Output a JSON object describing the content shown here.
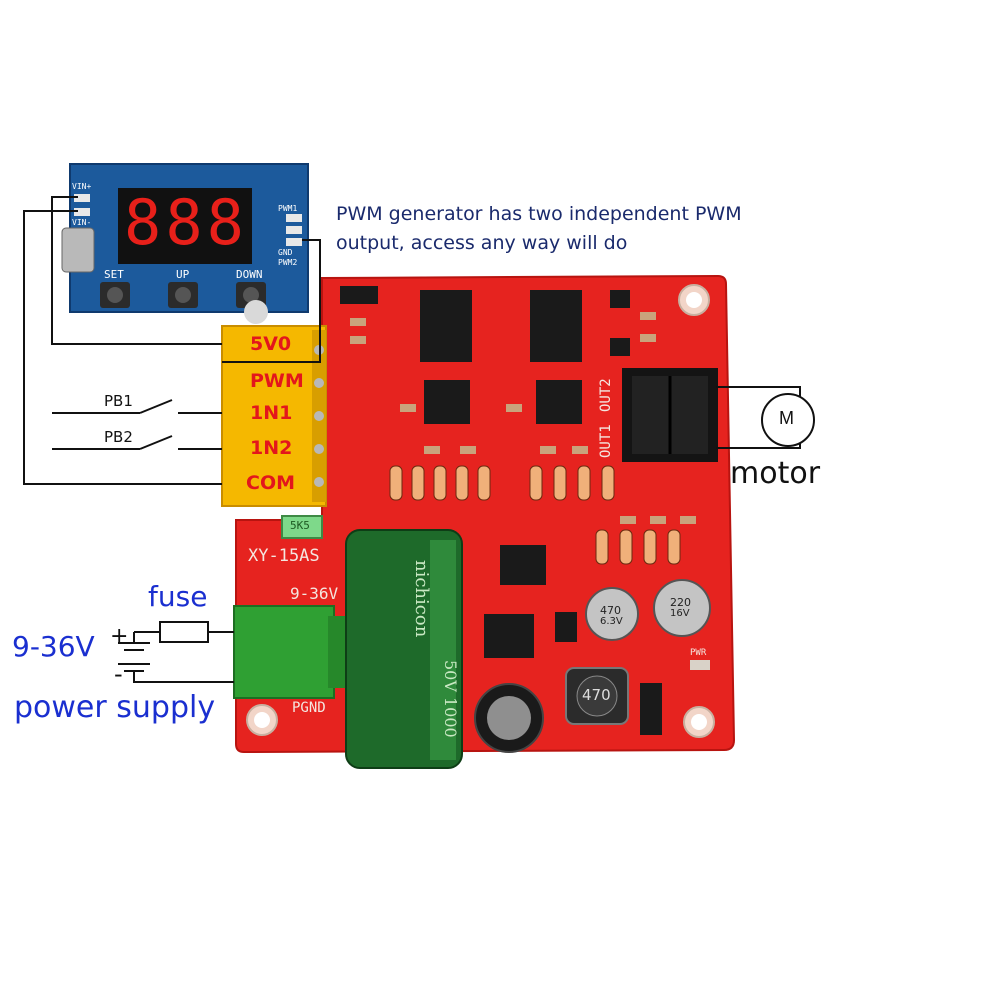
{
  "annotation": {
    "line1": "PWM  generator has two independent PWM",
    "line2": "output, access any way will do"
  },
  "motor": {
    "label": "motor",
    "symbol": "M"
  },
  "switches": [
    "PB1",
    "PB2"
  ],
  "terminals": [
    "5V0",
    "PWM",
    "1N1",
    "1N2",
    "COM"
  ],
  "power": {
    "fuse_label": "fuse",
    "voltage_label": "9-36V",
    "plus": "+",
    "minus": "-",
    "supply_label": "power supply"
  },
  "generator": {
    "display": "888",
    "buttons": [
      "SET",
      "UP",
      "DOWN"
    ],
    "pins_left": [
      "VIN+",
      "VIN-"
    ],
    "pins_right": [
      "PWM1",
      "GND",
      "PWM2"
    ]
  },
  "board": {
    "model": "XY-15AS",
    "voltage": "9-36V",
    "outputs": [
      "OUT1",
      "OUT2"
    ],
    "pgnd": "PGND",
    "fuse_marking": "5K5",
    "capacitor_brand": "nichicon",
    "capacitor_value": "50V 1000",
    "inductor": "470",
    "cap_a": [
      "470",
      "6.3V"
    ],
    "cap_b": [
      "220",
      "16V"
    ],
    "pwr": "PWR"
  },
  "colors": {
    "pcb_red": "#e6231f",
    "terminal_yellow": "#f5b800",
    "terminal_green": "#2fa033",
    "wire": "#111111",
    "text_blue": "#1a2fd0"
  }
}
